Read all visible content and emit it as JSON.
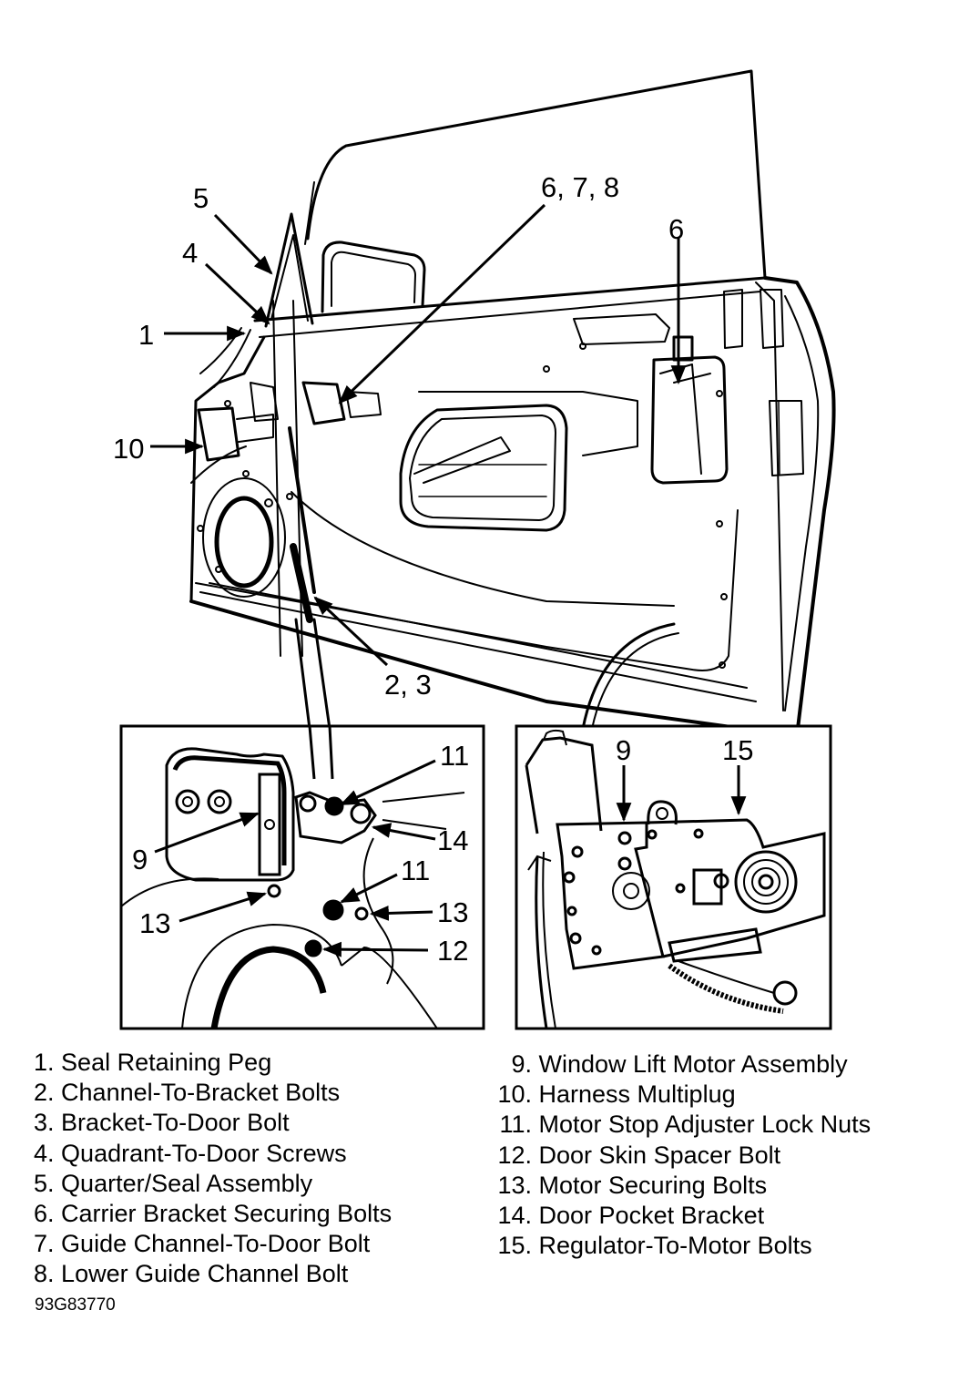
{
  "figure": {
    "id": "93G83770",
    "description": "Door window lift motor and regulator assembly exploded view"
  },
  "callouts": {
    "main": {
      "c1": "1",
      "c4": "4",
      "c5": "5",
      "c678": "6, 7, 8",
      "c6": "6",
      "c10": "10",
      "c23": "2, 3"
    },
    "inset_left": {
      "c11a": "11",
      "c14": "14",
      "c9": "9",
      "c11b": "11",
      "c13a": "13",
      "c13b": "13",
      "c12": "12"
    },
    "inset_right": {
      "c9": "9",
      "c15": "15"
    }
  },
  "legend": {
    "left": [
      {
        "num": "1.",
        "label": "Seal Retaining Peg"
      },
      {
        "num": "2.",
        "label": "Channel-To-Bracket Bolts"
      },
      {
        "num": "3.",
        "label": "Bracket-To-Door Bolt"
      },
      {
        "num": "4.",
        "label": "Quadrant-To-Door Screws"
      },
      {
        "num": "5.",
        "label": "Quarter/Seal Assembly"
      },
      {
        "num": "6.",
        "label": "Carrier Bracket Securing Bolts"
      },
      {
        "num": "7.",
        "label": "Guide Channel-To-Door Bolt"
      },
      {
        "num": "8.",
        "label": "Lower Guide Channel Bolt"
      }
    ],
    "right": [
      {
        "num": "9.",
        "label": "Window Lift Motor Assembly"
      },
      {
        "num": "10.",
        "label": "Harness Multiplug"
      },
      {
        "num": "11.",
        "label": "Motor Stop Adjuster Lock Nuts"
      },
      {
        "num": "12.",
        "label": "Door Skin Spacer Bolt"
      },
      {
        "num": "13.",
        "label": "Motor Securing Bolts"
      },
      {
        "num": "14.",
        "label": "Door Pocket Bracket"
      },
      {
        "num": "15.",
        "label": "Regulator-To-Motor Bolts"
      }
    ]
  }
}
